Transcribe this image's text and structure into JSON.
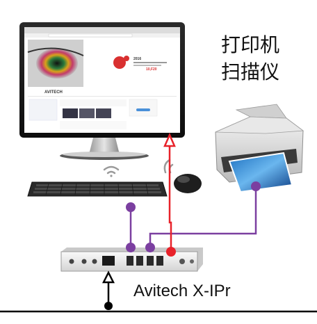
{
  "labels": {
    "printer_scanner_line1": "打印机",
    "printer_scanner_line2": "扫描仪",
    "device_name": "Avitech X-IPr",
    "screen_brand": "AVITECH",
    "screen_year": "2016",
    "screen_price": "10,F20"
  },
  "colors": {
    "usb_connection": "#7b3fa0",
    "video_connection": "#e8222a",
    "network_connection": "#000000"
  },
  "icons": [
    "wifi-icon",
    "monitor-icon",
    "keyboard-icon",
    "mouse-icon",
    "printer-icon",
    "usb-port-icon",
    "video-port-icon",
    "ethernet-port-icon"
  ]
}
